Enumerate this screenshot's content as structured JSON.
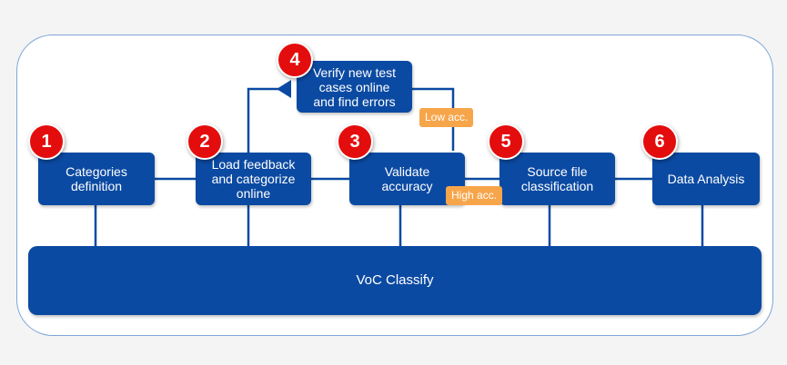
{
  "steps": [
    {
      "number": "1",
      "label": "Categories\ndefinition"
    },
    {
      "number": "2",
      "label": "Load feedback\nand categorize\nonline"
    },
    {
      "number": "3",
      "label": "Validate\naccuracy"
    },
    {
      "number": "4",
      "label": "Verify new test\ncases online\nand find errors"
    },
    {
      "number": "5",
      "label": "Source file\nclassification"
    },
    {
      "number": "6",
      "label": "Data Analysis"
    }
  ],
  "platform": {
    "label": "VoC Classify"
  },
  "tags": {
    "low": "Low acc.",
    "high": "High  acc."
  },
  "colors": {
    "box": "#0b4aa2",
    "badge": "#e40d0d",
    "tag": "#f7a54a",
    "frame": "#7ea6d6"
  }
}
